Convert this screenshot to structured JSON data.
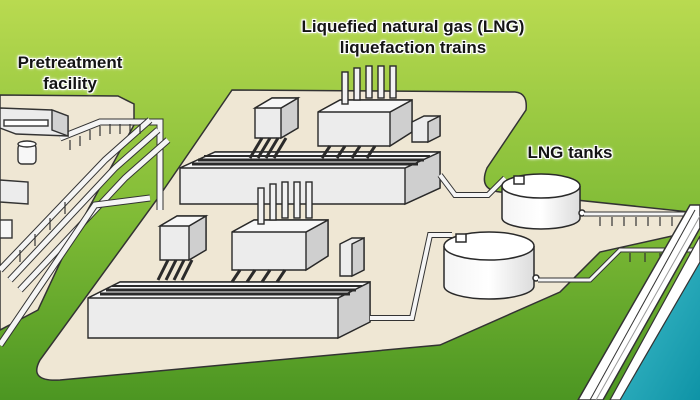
{
  "labels": {
    "pretreatment": {
      "line1": "Pretreatment",
      "line2": "facility"
    },
    "trains": {
      "line1": "Liquefied natural gas (LNG)",
      "line2": "liquefaction trains"
    },
    "tanks": {
      "line1": "LNG tanks"
    }
  },
  "colors": {
    "grass_light": "#b8d94e",
    "grass_dark": "#4f9a22",
    "pad": "#eee6d3",
    "equipment": "#ebebeb",
    "outline": "#2a2a2a",
    "water": "#1aa6b7",
    "dock": "#ffffff"
  },
  "icons": [
    "storage-tank",
    "cooling-tower-stack",
    "pipe-rack",
    "pier"
  ]
}
